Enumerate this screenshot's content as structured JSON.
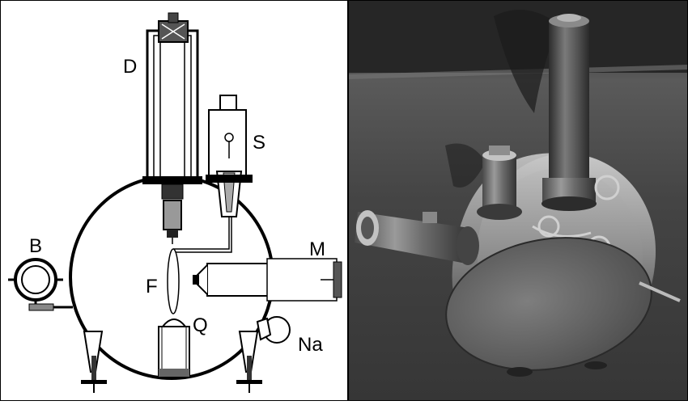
{
  "diagram": {
    "labels": {
      "D": "D",
      "S": "S",
      "B": "B",
      "M": "M",
      "F": "F",
      "Q": "Q",
      "Na": "Na"
    }
  },
  "photo": {
    "subject": "metal-apparatus",
    "tone": "grayscale"
  }
}
